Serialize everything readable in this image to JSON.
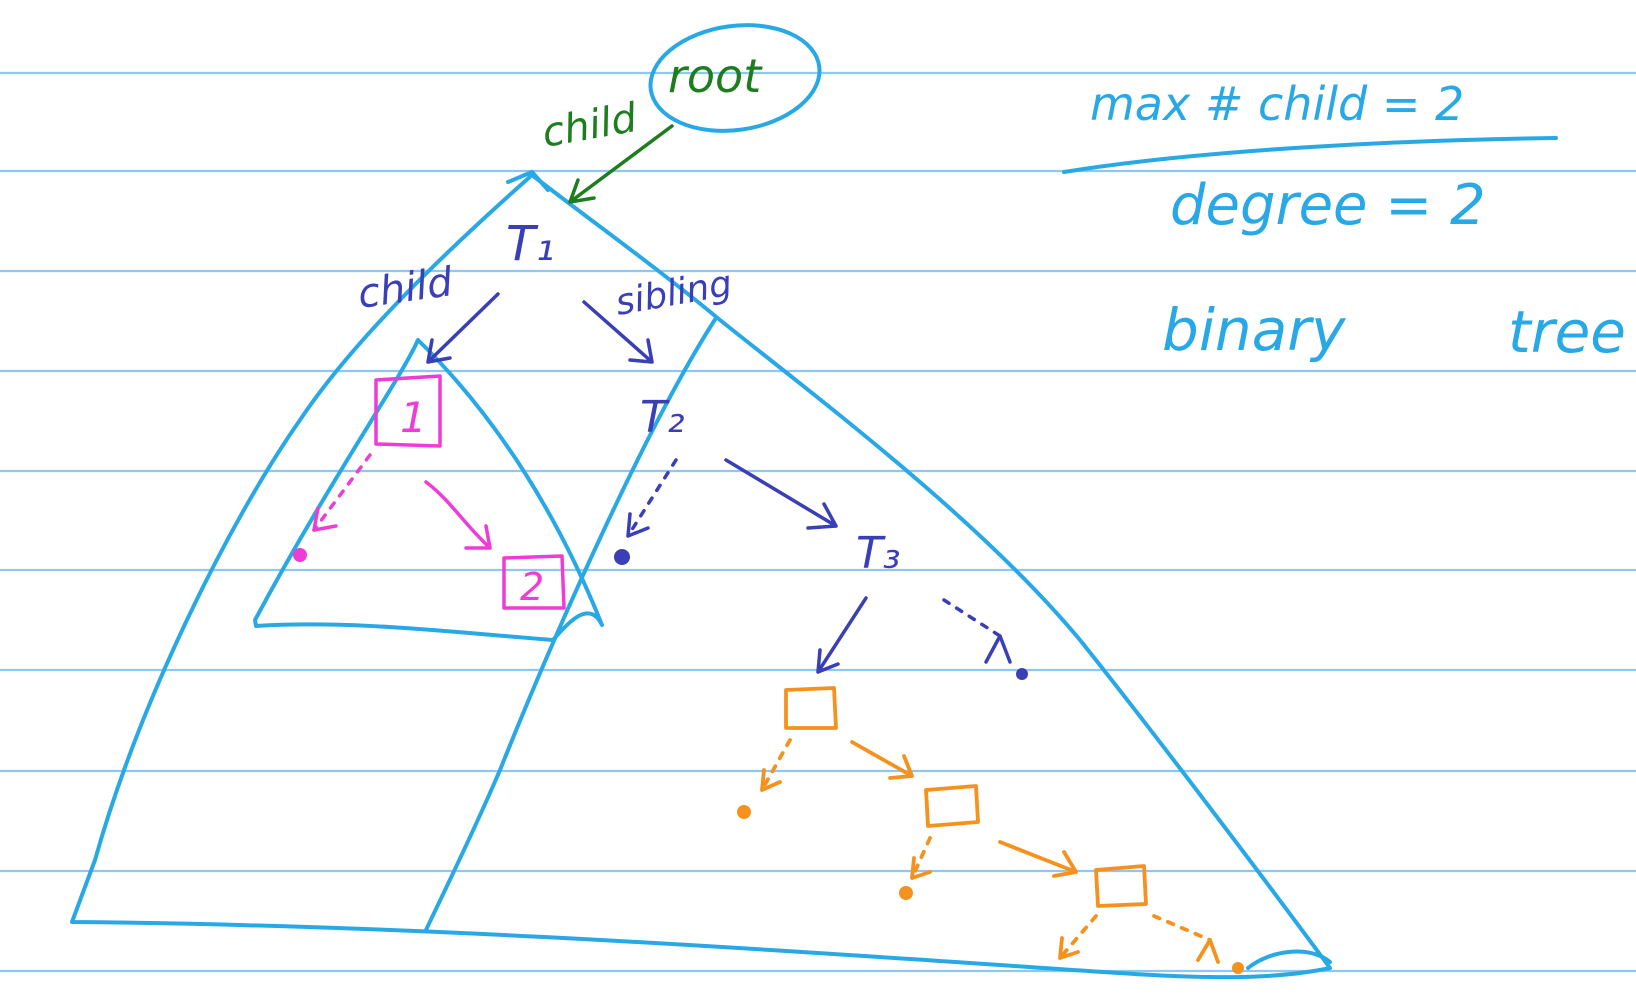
{
  "labels": {
    "root": "root",
    "child_top": "child",
    "child_left": "child",
    "sibling": "sibling",
    "t1": "T₁",
    "t2": "T₂",
    "t3": "T₃",
    "node_1": "1",
    "node_2": "2"
  },
  "notes": {
    "max_child": "max # child = 2",
    "degree": "degree = 2",
    "binary": "binary",
    "tree": "tree"
  },
  "colors": {
    "paper": "#ffffff",
    "rule_line": "#8ec8f2",
    "tree_outline": "#29a8e6",
    "tree_links": "#3a3fb8",
    "root_label": "#1e7d1e",
    "first_subtree": "#ee3cd6",
    "deep_subtree": "#f5921e"
  }
}
